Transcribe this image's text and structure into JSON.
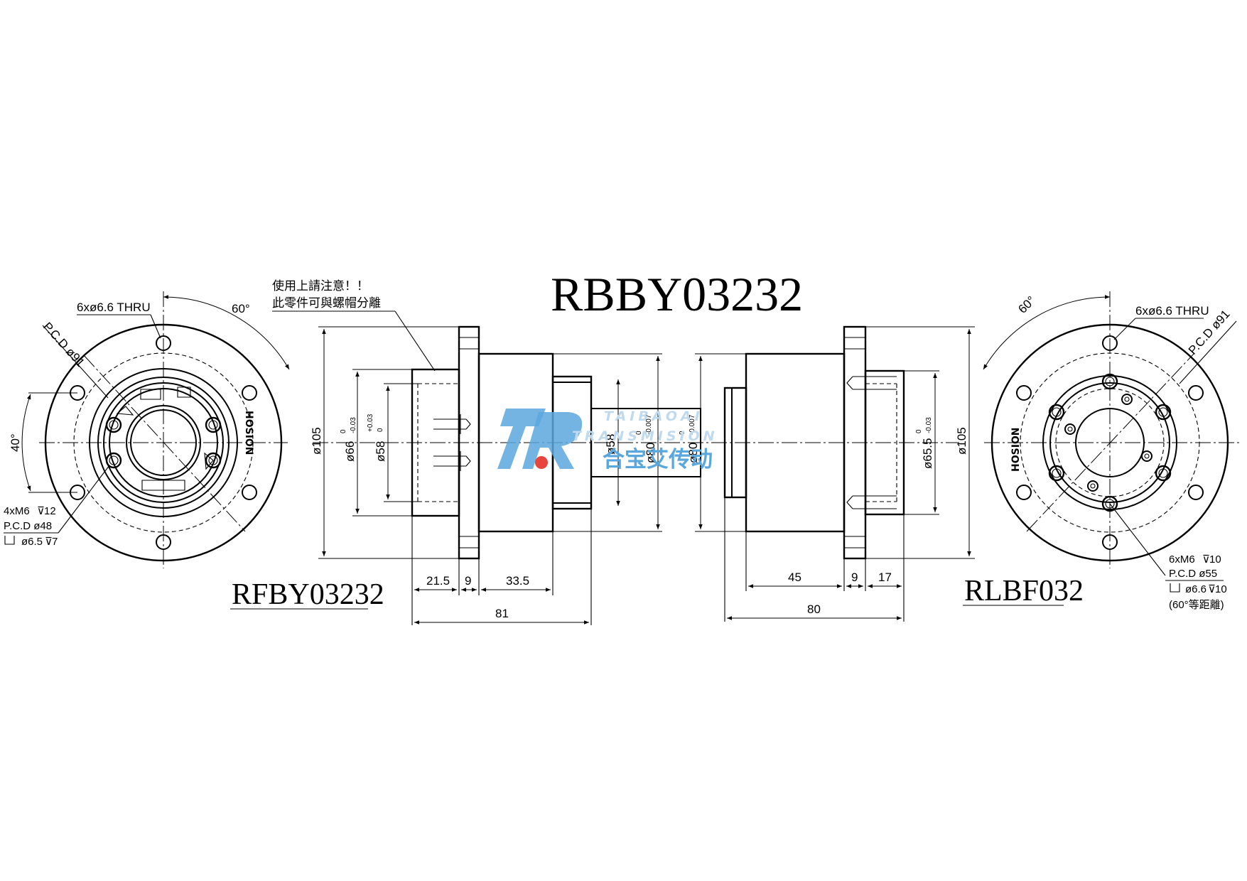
{
  "drawing": {
    "title": "RBBY03232",
    "note": {
      "line1": "使用上請注意！！",
      "line2": "此零件可與螺帽分離"
    },
    "left_view": {
      "label": "RFBY03232",
      "holes_callout": "6xø6.6 THRU",
      "pcd_callout": "P.C.D ø91",
      "angle_top": "60°",
      "angle_side": "40°",
      "thread_callout": {
        "line1": "4xM6",
        "depth1": "12",
        "line2": "P.C.D  ø48",
        "line3": "ø6.5",
        "depth3": "7"
      },
      "logo_text": "HOSION"
    },
    "right_view": {
      "label": "RLBF032",
      "holes_callout": "6xø6.6  THRU",
      "pcd_callout": "P.C.D ø91",
      "angle_top": "60°",
      "thread_callout": {
        "line1": "6xM6",
        "depth1": "10",
        "line2": "P.C.D  ø55",
        "line3": "ø6.6",
        "depth3": "10",
        "line4": "(60°等距離)"
      },
      "logo_text": "HOSION"
    },
    "side_view": {
      "dims_left": {
        "d105": "ø105",
        "d66": "ø66",
        "d66_tol": "-0.03",
        "d58": "ø58",
        "d58_tol_up": "+0.03",
        "d58_tol_low": "0",
        "d58_shaft": "ø58",
        "d80": "ø80",
        "d80_tol": "-0.007",
        "tol_zero": "0",
        "len_21_5": "21.5",
        "len_9": "9",
        "len_33_5": "33.5",
        "len_81": "81"
      },
      "dims_right": {
        "d80": "ø80",
        "d80_tol": "-0.007",
        "d65_5": "ø65.5",
        "d65_5_tol": "-0.03",
        "d105": "ø105",
        "tol_zero": "0",
        "len_45": "45",
        "len_9": "9",
        "len_17": "17",
        "len_80": "80"
      }
    },
    "watermark": {
      "cn": "合宝艾传动",
      "en1": "TAIBAOAI",
      "en2": "TRANSMISION",
      "colors": {
        "blue": "#5aa7dd",
        "red": "#e8453c",
        "light": "#bfd9ee"
      }
    }
  }
}
